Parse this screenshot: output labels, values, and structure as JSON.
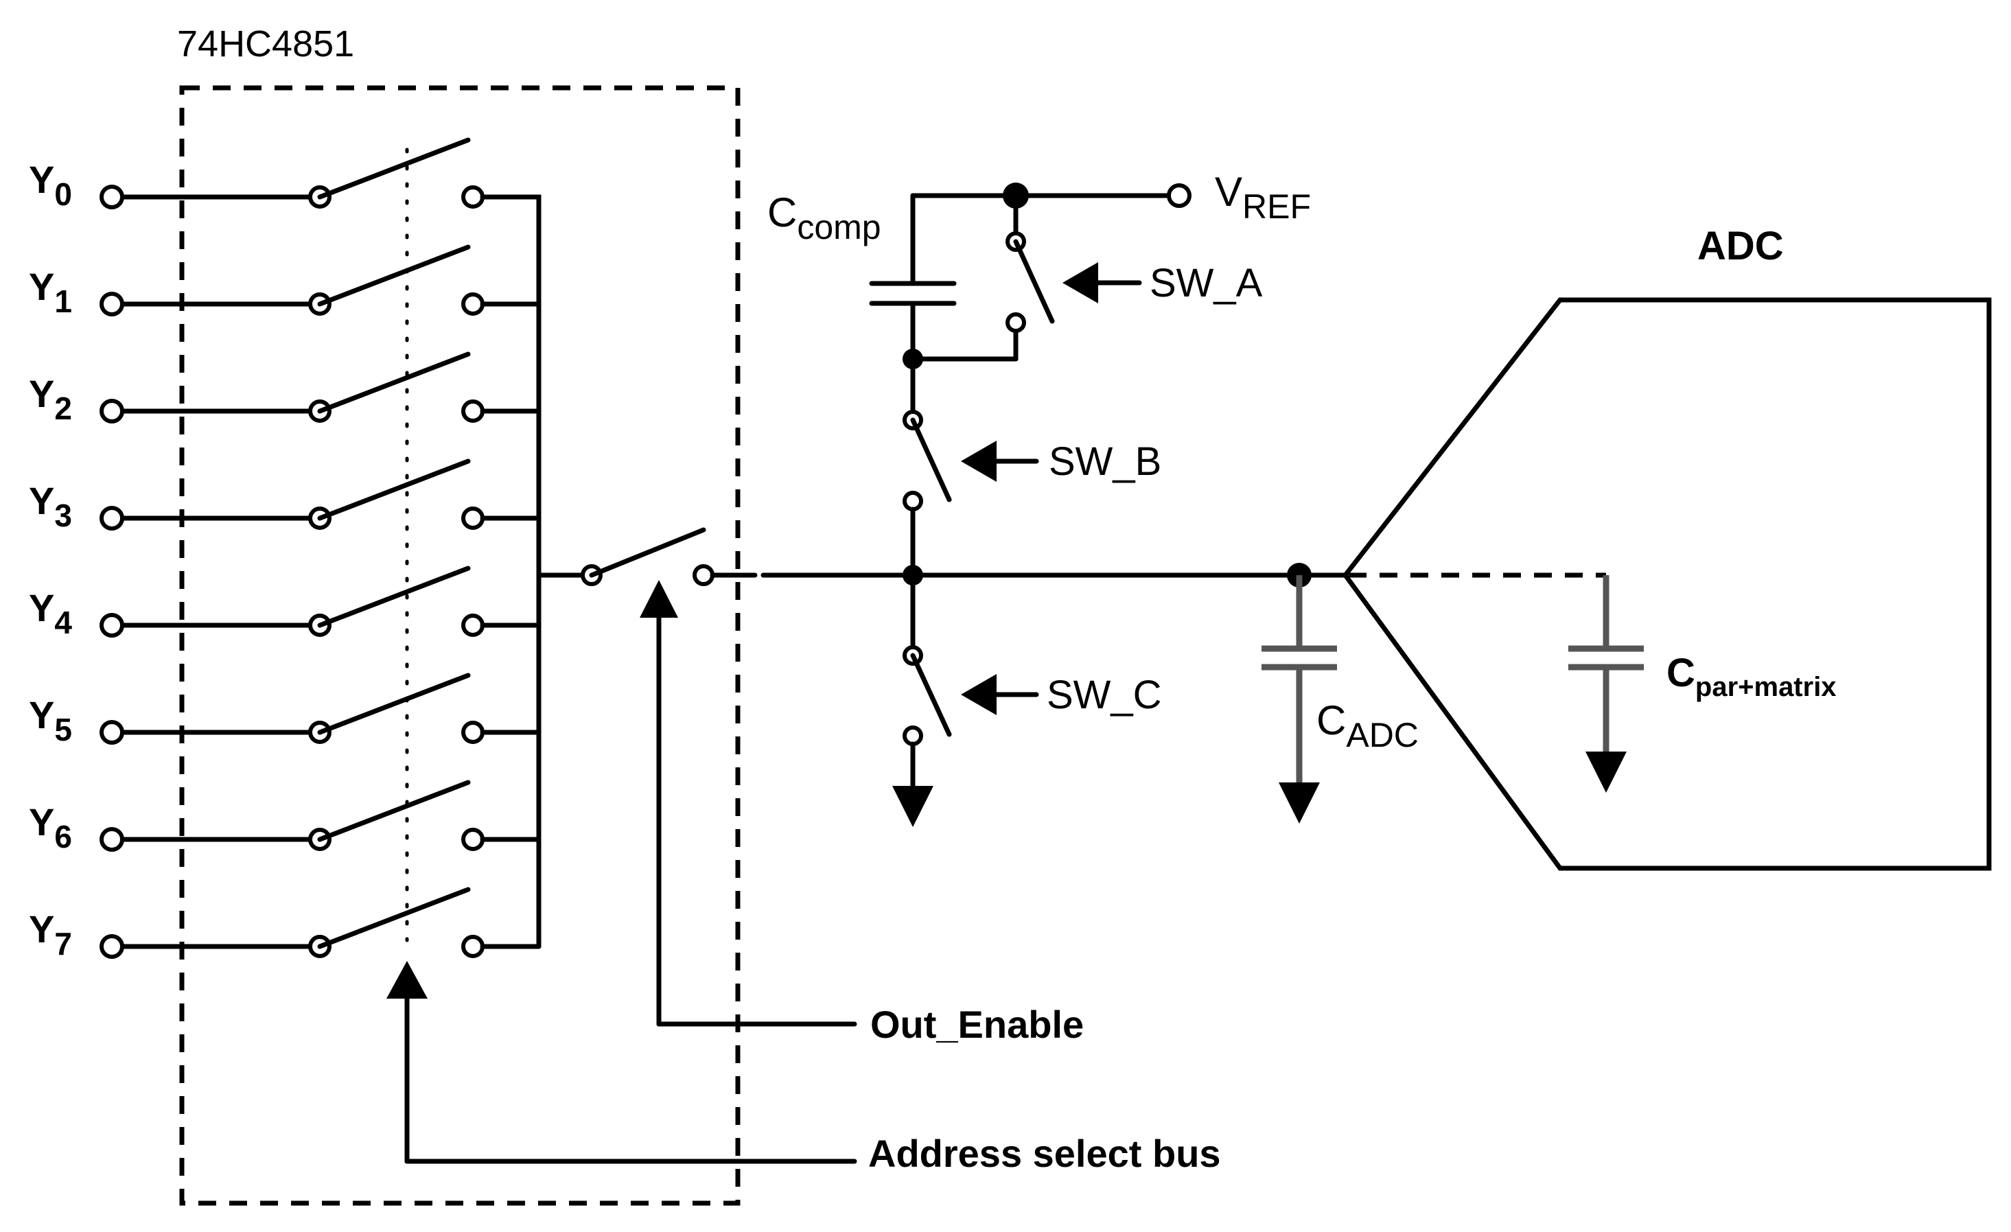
{
  "chip": {
    "label": "74HC4851"
  },
  "inputs": [
    {
      "base": "Y",
      "sub": "0"
    },
    {
      "base": "Y",
      "sub": "1"
    },
    {
      "base": "Y",
      "sub": "2"
    },
    {
      "base": "Y",
      "sub": "3"
    },
    {
      "base": "Y",
      "sub": "4"
    },
    {
      "base": "Y",
      "sub": "5"
    },
    {
      "base": "Y",
      "sub": "6"
    },
    {
      "base": "Y",
      "sub": "7"
    }
  ],
  "vref": {
    "base": "V",
    "sub": "REF"
  },
  "ccomp": {
    "base": "C",
    "sub": "comp"
  },
  "cadc": {
    "base": "C",
    "sub": "ADC"
  },
  "cpar": {
    "base": "C",
    "sub": "par+matrix"
  },
  "switches": {
    "a": "SW_A",
    "b": "SW_B",
    "c": "SW_C"
  },
  "adc": {
    "label": "ADC"
  },
  "signals": {
    "out_enable": "Out_Enable",
    "address_bus": "Address select bus"
  }
}
